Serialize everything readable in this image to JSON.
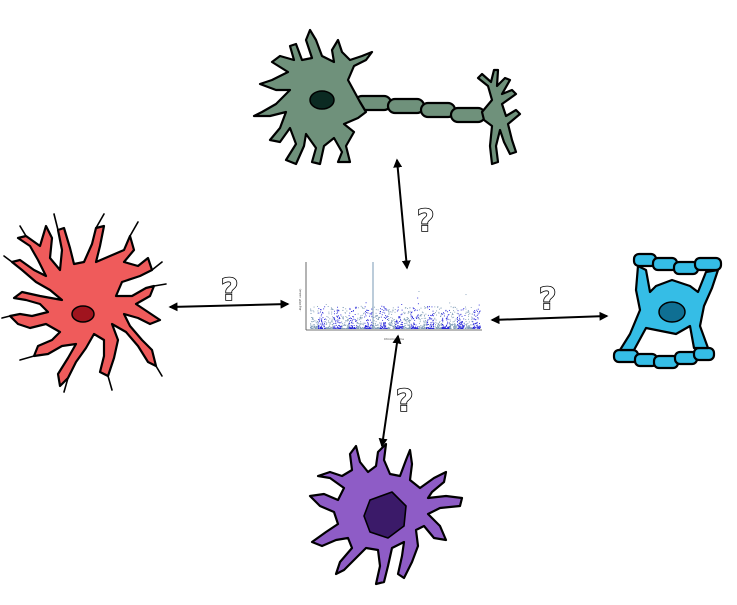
{
  "question_marks": {
    "top": "?",
    "left": "?",
    "right": "?",
    "bottom": "?"
  },
  "colors": {
    "neuron": "#6f917b",
    "neuron_nucleus": "#0b2a22",
    "astrocyte": "#ef5b5b",
    "astrocyte_nucleus": "#a0141e",
    "schwann": "#35bde6",
    "schwann_nucleus": "#0f6f93",
    "microglia": "#8e5cc6",
    "microglia_nucleus": "#3b1a69",
    "manhattan_light": "#7a98b5",
    "manhattan_dark": "#1c1cd6",
    "arrow": "#000000"
  },
  "icons": [
    "neuron-cell-icon",
    "astrocyte-cell-icon",
    "schwann-cell-icon",
    "microglia-cell-icon",
    "manhattan-plot-icon"
  ],
  "manhattan": {
    "chromosome_count": 22,
    "y_axis_label": "-log10(P value)",
    "x_axis_label": "Chromosome"
  }
}
